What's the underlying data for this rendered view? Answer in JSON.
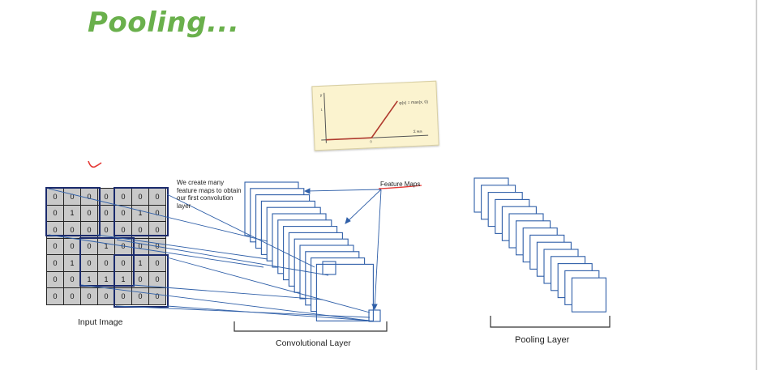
{
  "slide": {
    "title": "Pooling...",
    "annotation_color": "#e53935",
    "title_color": "#6ab04c"
  },
  "relu_card": {
    "formula": "φ(x) = max(x, 0)",
    "sum_label": "Σ wᵢxᵢ",
    "y_axis_label": "y",
    "y_tick": "1",
    "origin_label": "0"
  },
  "diagram": {
    "input_grid": [
      [
        "0",
        "0",
        "0",
        "0",
        "0",
        "0",
        "0"
      ],
      [
        "0",
        "1",
        "0",
        "0",
        "0",
        "1",
        "0"
      ],
      [
        "0",
        "0",
        "0",
        "0",
        "0",
        "0",
        "0"
      ],
      [
        "0",
        "0",
        "0",
        "1",
        "0",
        "0",
        "0"
      ],
      [
        "0",
        "1",
        "0",
        "0",
        "0",
        "1",
        "0"
      ],
      [
        "0",
        "0",
        "1",
        "1",
        "1",
        "0",
        "0"
      ],
      [
        "0",
        "0",
        "0",
        "0",
        "0",
        "0",
        "0"
      ]
    ],
    "note_text": "We create many feature maps to obtain our first convolution layer",
    "feature_maps_label": "Feature Maps",
    "input_label": "Input Image",
    "conv_label": "Convolutional Layer",
    "pool_label": "Pooling Layer"
  }
}
